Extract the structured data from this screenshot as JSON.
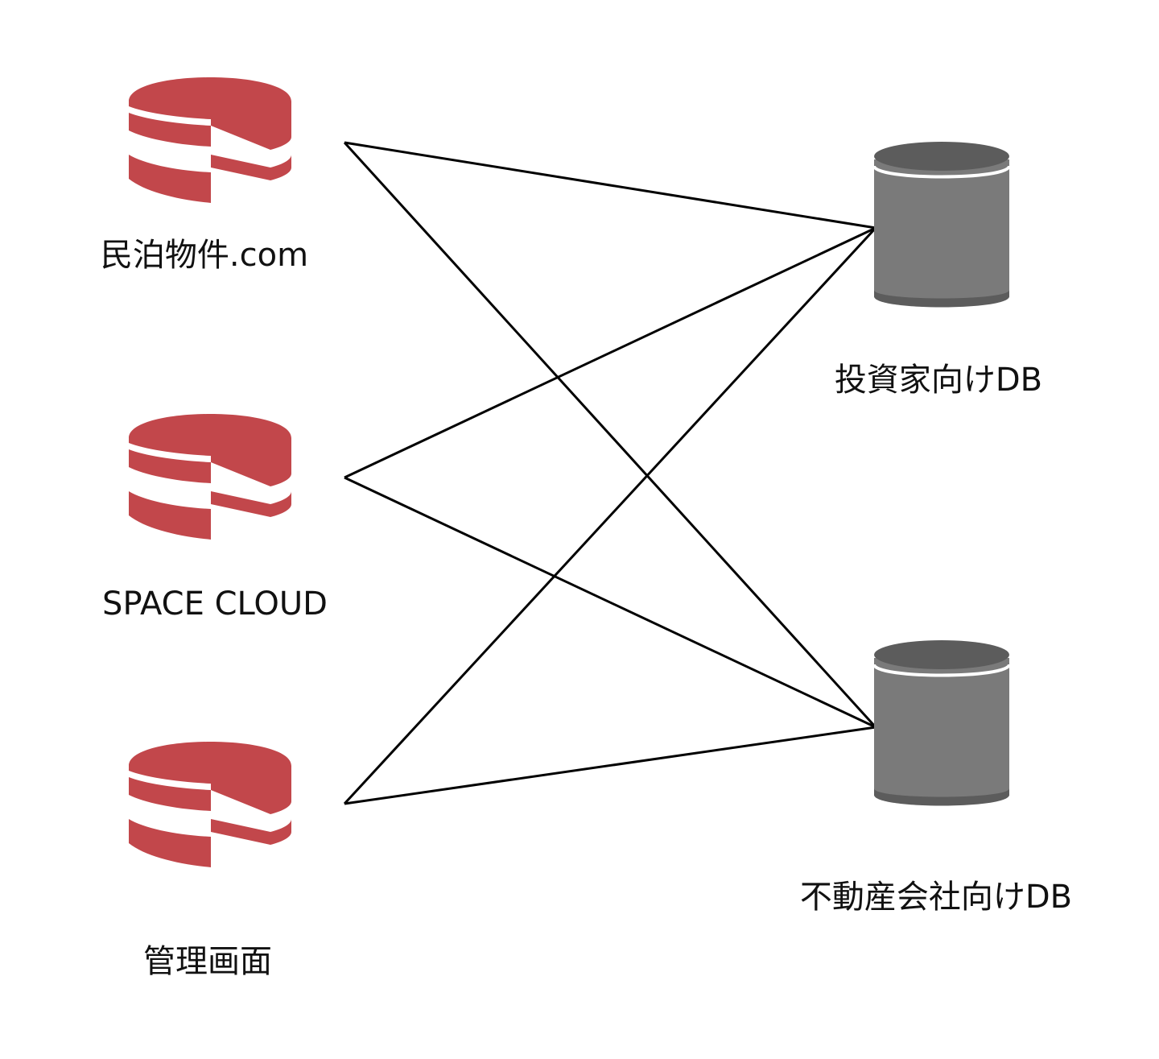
{
  "colors": {
    "app_icon": "#c2474b",
    "db_body": "#7a7a7a",
    "db_top": "#5c5c5c",
    "connector": "#000000",
    "background": "#ffffff"
  },
  "apps": [
    {
      "id": "minpaku",
      "label": "民泊物件.com",
      "icon": "cakephp-icon"
    },
    {
      "id": "spacecloud",
      "label": "SPACE CLOUD",
      "icon": "cakephp-icon"
    },
    {
      "id": "admin",
      "label": "管理画面",
      "icon": "cakephp-icon"
    }
  ],
  "databases": [
    {
      "id": "investor",
      "label": "投資家向けDB",
      "icon": "database-cylinder-icon"
    },
    {
      "id": "realestate",
      "label": "不動産会社向けDB",
      "icon": "database-cylinder-icon"
    }
  ],
  "connections": [
    {
      "from": "minpaku",
      "to": "investor"
    },
    {
      "from": "minpaku",
      "to": "realestate"
    },
    {
      "from": "spacecloud",
      "to": "investor"
    },
    {
      "from": "spacecloud",
      "to": "realestate"
    },
    {
      "from": "admin",
      "to": "investor"
    },
    {
      "from": "admin",
      "to": "realestate"
    }
  ]
}
